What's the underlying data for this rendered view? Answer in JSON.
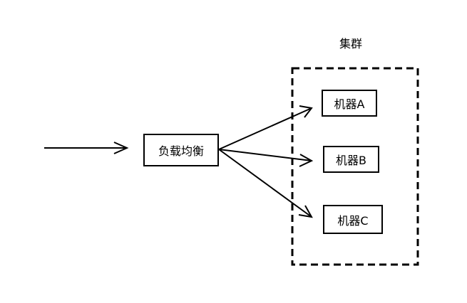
{
  "cluster": {
    "label": "集群"
  },
  "load_balancer": {
    "label": "负载均衡"
  },
  "machines": [
    {
      "label": "机器A"
    },
    {
      "label": "机器B"
    },
    {
      "label": "机器C"
    }
  ]
}
